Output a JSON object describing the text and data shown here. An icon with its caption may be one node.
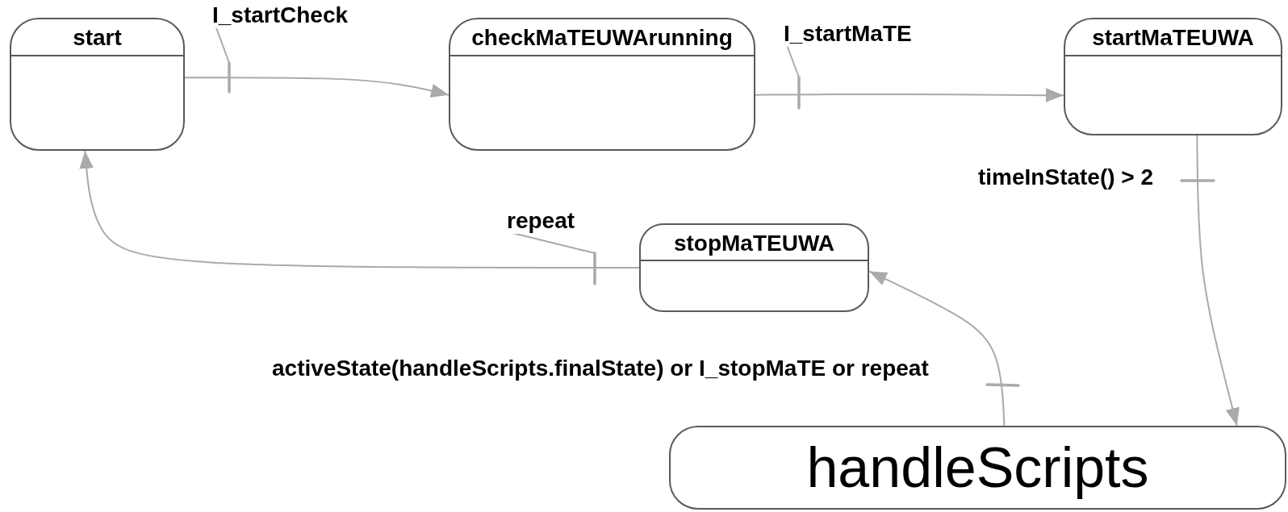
{
  "diagram": {
    "nodes": [
      {
        "text": [
          "start"
        ]
      },
      {
        "text": [
          "checkMaTEUWArunning"
        ]
      },
      {
        "text": [
          "startMaTEUWA"
        ]
      },
      {
        "text": [
          "stopMaTEUWA"
        ]
      },
      {
        "text": [
          "handleScripts"
        ]
      }
    ],
    "edges": [
      {
        "from": 0,
        "to": 1,
        "arrow": "to",
        "label": "I_startCheck"
      },
      {
        "from": 1,
        "to": 2,
        "arrow": "to",
        "label": "I_startMaTE"
      },
      {
        "from": 2,
        "to": 4,
        "arrow": "to",
        "label": "timeInState() > 2"
      },
      {
        "from": 4,
        "to": 3,
        "arrow": "to",
        "label": "activeState(handleScripts.finalState) or I_stopMaTE or repeat"
      },
      {
        "from": 3,
        "to": 0,
        "arrow": "to",
        "label": "repeat"
      }
    ]
  }
}
